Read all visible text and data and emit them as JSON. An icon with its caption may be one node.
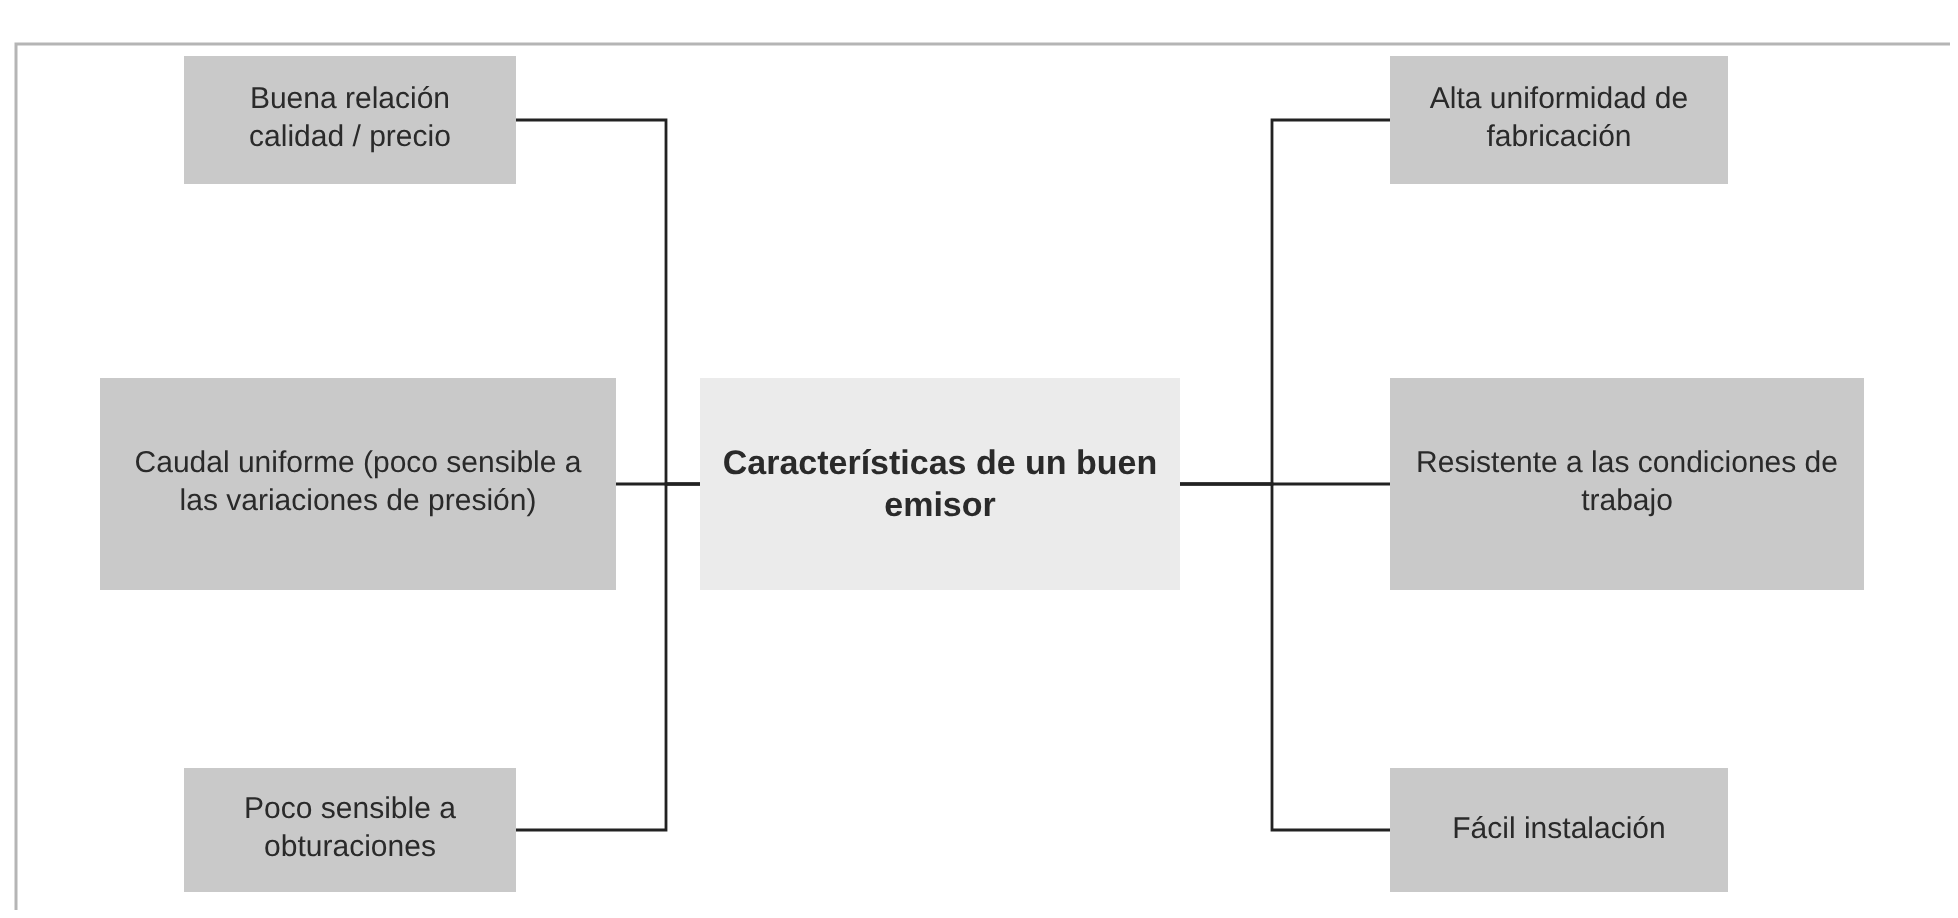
{
  "diagram": {
    "nodes": [
      {
        "text": [
          "Características de un buen emisor"
        ]
      },
      {
        "text": [
          "Buena relación calidad / precio"
        ]
      },
      {
        "text": [
          "Caudal uniforme (poco sensible a las variaciones de presión)"
        ]
      },
      {
        "text": [
          "Poco sensible a obturaciones"
        ]
      },
      {
        "text": [
          "Alta uniformidad de fabricación"
        ]
      },
      {
        "text": [
          "Resistente a las condiciones de trabajo"
        ]
      },
      {
        "text": [
          "Fácil instalación"
        ]
      }
    ],
    "edges": [
      {
        "from": 1,
        "to": 0,
        "arrow": "none"
      },
      {
        "from": 2,
        "to": 0,
        "arrow": "none"
      },
      {
        "from": 3,
        "to": 0,
        "arrow": "none"
      },
      {
        "from": 4,
        "to": 0,
        "arrow": "none"
      },
      {
        "from": 5,
        "to": 0,
        "arrow": "none"
      },
      {
        "from": 6,
        "to": 0,
        "arrow": "none"
      }
    ]
  }
}
